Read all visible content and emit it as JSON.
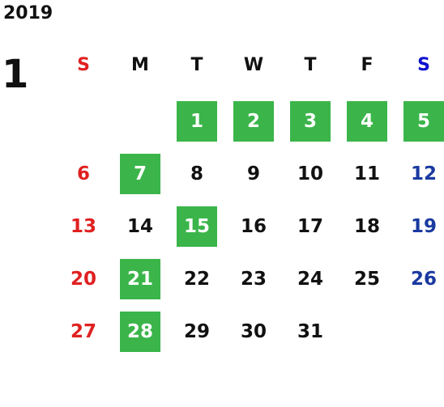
{
  "calendar": {
    "year": "2019",
    "month": "1",
    "weekdays": [
      "S",
      "M",
      "T",
      "W",
      "T",
      "F",
      "S"
    ],
    "weekday_colors": [
      "#e02020",
      "#111111",
      "#111111",
      "#111111",
      "#111111",
      "#111111",
      "#1010d0"
    ],
    "colors": {
      "sunday": "#e02020",
      "saturday": "#1a3aa0",
      "weekday": "#111111",
      "highlight_bg": "#3bb54a",
      "highlight_text": "#ffffff"
    },
    "weeks": [
      [
        null,
        null,
        {
          "day": "1",
          "hl": true
        },
        {
          "day": "2",
          "hl": true
        },
        {
          "day": "3",
          "hl": true
        },
        {
          "day": "4",
          "hl": true
        },
        {
          "day": "5",
          "hl": true
        }
      ],
      [
        {
          "day": "6",
          "hl": false
        },
        {
          "day": "7",
          "hl": true
        },
        {
          "day": "8",
          "hl": false
        },
        {
          "day": "9",
          "hl": false
        },
        {
          "day": "10",
          "hl": false
        },
        {
          "day": "11",
          "hl": false
        },
        {
          "day": "12",
          "hl": false
        }
      ],
      [
        {
          "day": "13",
          "hl": false
        },
        {
          "day": "14",
          "hl": false
        },
        {
          "day": "15",
          "hl": true
        },
        {
          "day": "16",
          "hl": false
        },
        {
          "day": "17",
          "hl": false
        },
        {
          "day": "18",
          "hl": false
        },
        {
          "day": "19",
          "hl": false
        }
      ],
      [
        {
          "day": "20",
          "hl": false
        },
        {
          "day": "21",
          "hl": true
        },
        {
          "day": "22",
          "hl": false
        },
        {
          "day": "23",
          "hl": false
        },
        {
          "day": "24",
          "hl": false
        },
        {
          "day": "25",
          "hl": false
        },
        {
          "day": "26",
          "hl": false
        }
      ],
      [
        {
          "day": "27",
          "hl": false
        },
        {
          "day": "28",
          "hl": true
        },
        {
          "day": "29",
          "hl": false
        },
        {
          "day": "30",
          "hl": false
        },
        {
          "day": "31",
          "hl": false
        },
        null,
        null
      ]
    ]
  }
}
